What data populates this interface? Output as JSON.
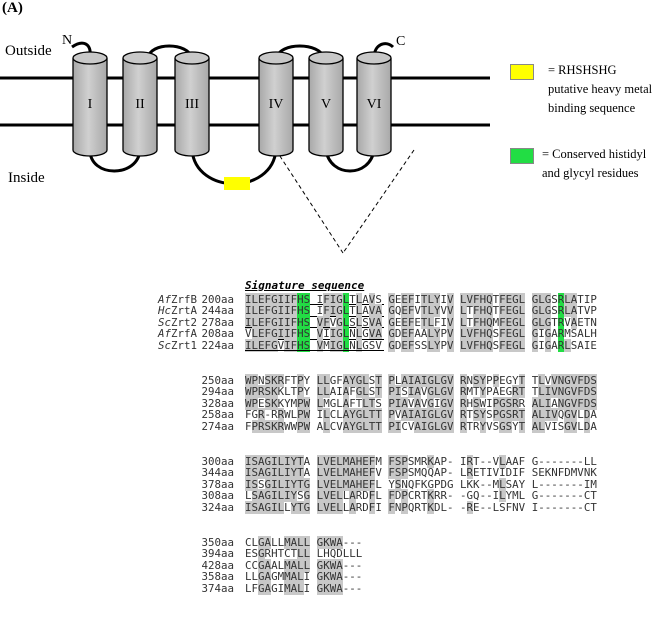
{
  "panel_label": "(A)",
  "diagram": {
    "outside_label": "Outside",
    "inside_label": "Inside",
    "n_label": "N",
    "c_label": "C",
    "helices": [
      "I",
      "II",
      "III",
      "IV",
      "V",
      "VI"
    ]
  },
  "legend": [
    {
      "color": "#ffff00",
      "lines": [
        "= RHSHSHG",
        "putative heavy metal",
        "binding sequence"
      ]
    },
    {
      "color": "#00e060",
      "lines": [
        "= Conserved histidyl",
        "and glycyl residues"
      ]
    }
  ],
  "signature_title": "Signature sequence",
  "colors": {
    "gray_shade": "#c8c8c8",
    "green": "#22dd44",
    "yellow": "#ffff00",
    "helix_fill": "#c0c0c0"
  },
  "alignment": {
    "blocks": [
      {
        "rows": [
          {
            "name": "AfZrfB",
            "species": "Af",
            "protein": "ZrfB",
            "pos": "200aa",
            "seq": "ILEFGIIFHS IFIGLTLAVS GEEFITLYIV LVFHQTFEGL GLGSRLATIP"
          },
          {
            "name": "HcZrtA",
            "species": "Hc",
            "protein": "ZrtA",
            "pos": "244aa",
            "seq": "ILEFGIIFHS IFIGLTLAVA GQEFVTLYVV LTFHQTFEGL GLGSRLATVP"
          },
          {
            "name": "ScZrt2",
            "species": "Sc",
            "protein": "Zrt2",
            "pos": "278aa",
            "seq": "ILEFGIIFHS VFVGLSLSVA GEEFETLFIV LTFHQMFEGL GLGTRVAETN"
          },
          {
            "name": "AfZrfA",
            "species": "Af",
            "protein": "ZrfA",
            "pos": "208aa",
            "seq": "VLEFGIIFHS VIIGLNLGVA GDEFAALYPV LVFHQSFEGL GIGARMSALH"
          },
          {
            "name": "ScZrt1",
            "species": "Sc",
            "protein": "Zrt1",
            "pos": "224aa",
            "seq": "ILEFGVIFHS VMIGLNLGSV GDEFSSLYPV LVFHQSFEGL GIGARLSAIE"
          }
        ]
      },
      {
        "rows": [
          {
            "pos": "250aa",
            "seq": "WPNSKRFTPY LLGFAYGLST PLAIAIGLGV RNSYPPEGYT TLVVNGVFDS"
          },
          {
            "pos": "294aa",
            "seq": "WPRSKKLTPY LLAIAFGLST PISIAVGLGV RMTYPAEGRT TLIVNGVFDS"
          },
          {
            "pos": "328aa",
            "seq": "WPESKKYMPW LMGLAFTLTS PIAVAVGIGV RHSWIPGSRR ALIANGVFDS"
          },
          {
            "pos": "258aa",
            "seq": "FGR-RRWLPW ILCLAYGLTT PVAIAIGLGV RTSYSPGSRT ALIVQGVLDA"
          },
          {
            "pos": "274aa",
            "seq": "FPRSKRWWPW ALCVAYGLTT PICVAIGLGV RTRYVSGSYT ALVISGVLDA"
          }
        ]
      },
      {
        "rows": [
          {
            "pos": "300aa",
            "seq": "ISAGILIYTA LVELMAHEFM FSPSMRKAP- IRT--VLAAF G-------LL"
          },
          {
            "pos": "344aa",
            "seq": "ISAGILIYTA LVELMAHEFV FSPSMQQAP- LRETIVIDIF SEKNFDMVNK"
          },
          {
            "pos": "378aa",
            "seq": "ISSGILIYTG LVELMAHEFL YSNQFKGPDG LKK--MLSAY L-------IM"
          },
          {
            "pos": "308aa",
            "seq": "LSAGILIYSG LVELLARDFL FDPCRTKRR- -GQ--ILYML G-------CT"
          },
          {
            "pos": "324aa",
            "seq": "ISAGILLYTG LVELLARDFI FNPQRTKDL- -RE--LSFNV I-------CT"
          }
        ]
      },
      {
        "rows": [
          {
            "pos": "350aa",
            "seq": "CLGALLMALL GKWA---"
          },
          {
            "pos": "394aa",
            "seq": "ESGRHTCTLL LHQDLLL"
          },
          {
            "pos": "428aa",
            "seq": "CCGAALMALL GKWA---"
          },
          {
            "pos": "358aa",
            "seq": "LLGAGMMALI GKWA---"
          },
          {
            "pos": "374aa",
            "seq": "LFGAGIMALI GKWA---"
          }
        ]
      }
    ]
  }
}
